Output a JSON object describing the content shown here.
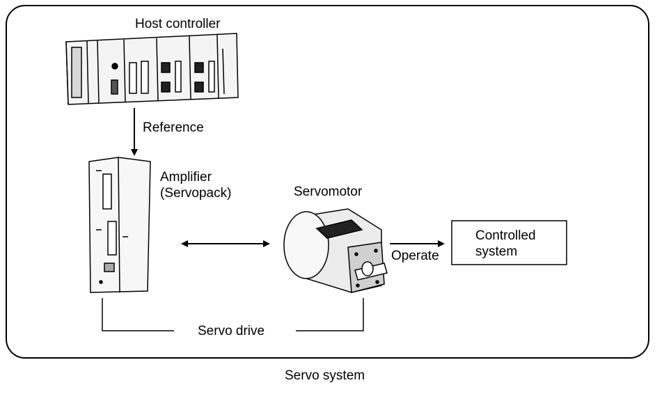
{
  "diagram": {
    "caption": "Servo system",
    "host_controller": "Host controller",
    "reference": "Reference",
    "amplifier_line1": "Amplifier",
    "amplifier_line2": "(Servopack)",
    "servomotor": "Servomotor",
    "operate": "Operate",
    "controlled_line1": "Controlled",
    "controlled_line2": "system",
    "servo_drive": "Servo drive"
  }
}
